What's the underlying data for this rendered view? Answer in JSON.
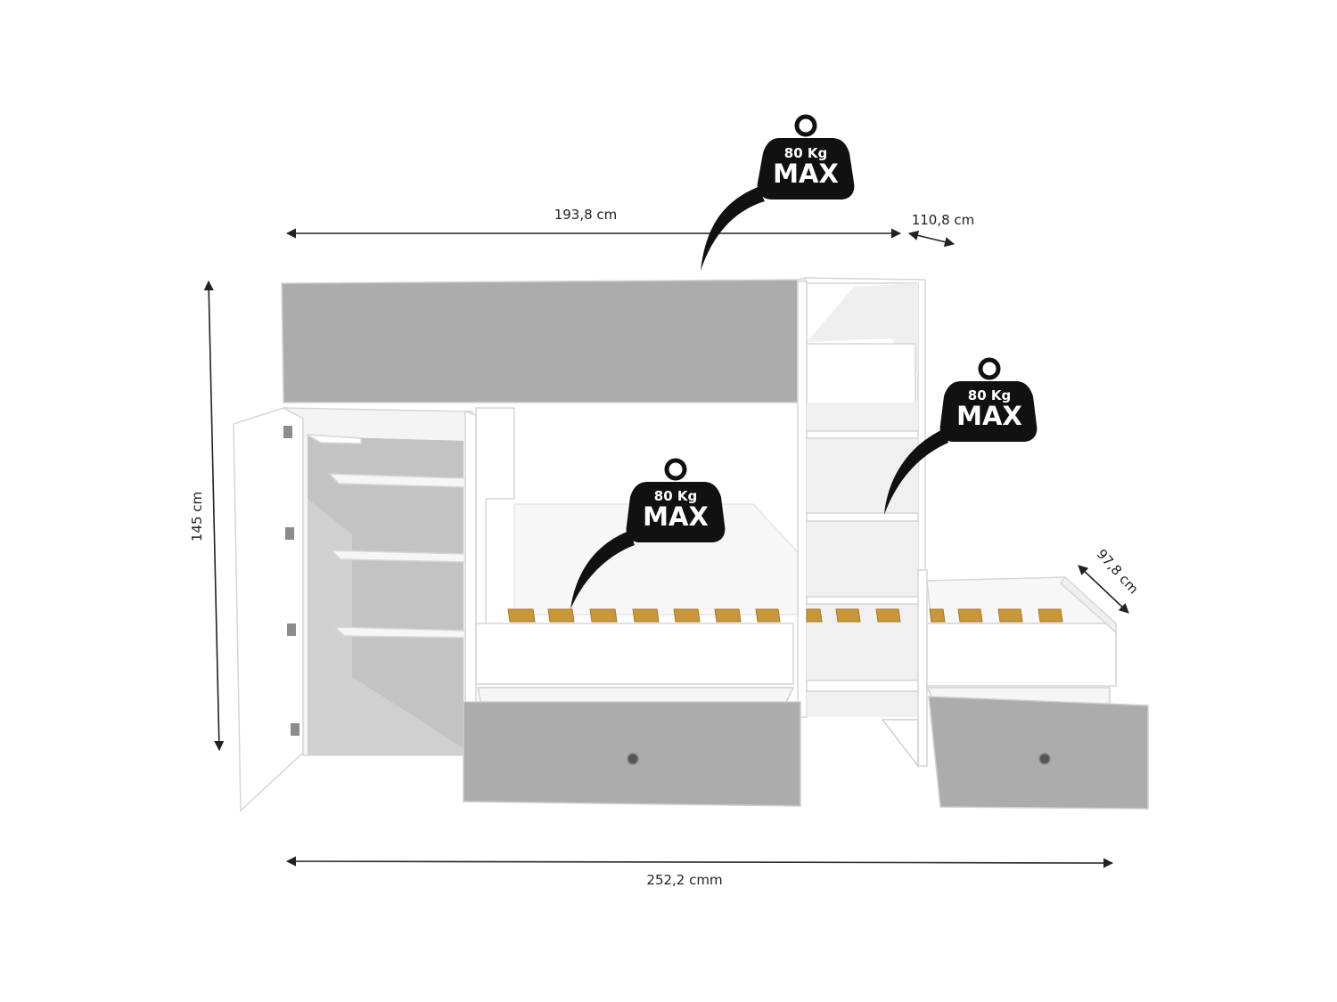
{
  "dimensions": {
    "length_top": "193,8 cm",
    "depth_top": "110,8 cm",
    "height": "145 cm",
    "depth_low": "97,8 cm",
    "total_length": "252,2 cmm"
  },
  "weight_badges": [
    {
      "line1": "80 Kg",
      "line2": "MAX"
    },
    {
      "line1": "80 Kg",
      "line2": "MAX"
    },
    {
      "line1": "80 Kg",
      "line2": "MAX"
    }
  ],
  "colors": {
    "panel_grey": "#a9a9a9",
    "panel_white": "#ffffff",
    "outline": "#dcdcdc",
    "slat": "#c6953b",
    "badge": "#111111",
    "dimension_line": "#222222"
  }
}
